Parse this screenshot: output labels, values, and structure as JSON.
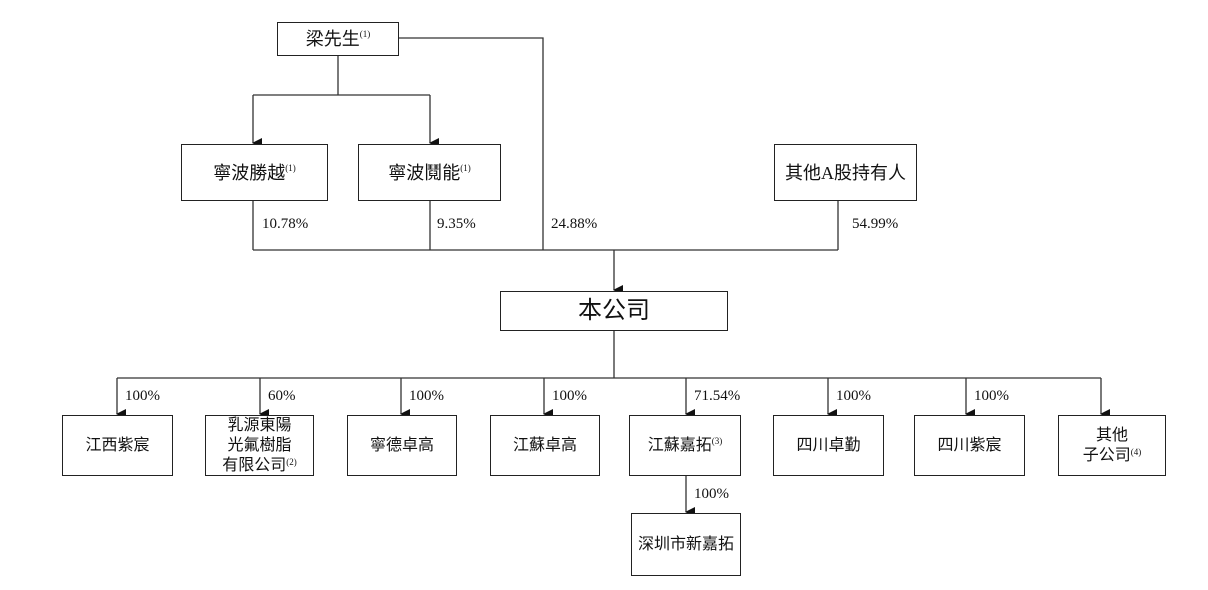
{
  "shareholders": {
    "mr_liang": {
      "name": "梁先生",
      "note": "(1)"
    },
    "ningbo_shengyue": {
      "name": "寧波勝越",
      "note": "(1)",
      "stake": "10.78%"
    },
    "ningbo_chuangneng": {
      "name": "寧波鬩能",
      "note": "(1)",
      "stake": "9.35%"
    },
    "mr_liang_direct_stake": "24.88%",
    "other_a_share": {
      "name": "其他A股持有人",
      "stake": "54.99%"
    }
  },
  "company": {
    "name": "本公司"
  },
  "subsidiaries": [
    {
      "name_lines": [
        "江西紫宸"
      ],
      "note": "",
      "stake": "100%"
    },
    {
      "name_lines": [
        "乳源東陽",
        "光氟樹脂",
        "有限公司"
      ],
      "note": "(2)",
      "stake": "60%"
    },
    {
      "name_lines": [
        "寧德卓高"
      ],
      "note": "",
      "stake": "100%"
    },
    {
      "name_lines": [
        "江蘇卓高"
      ],
      "note": "",
      "stake": "100%"
    },
    {
      "name_lines": [
        "江蘇嘉拓"
      ],
      "note": "(3)",
      "stake": "71.54%"
    },
    {
      "name_lines": [
        "四川卓勤"
      ],
      "note": "",
      "stake": "100%"
    },
    {
      "name_lines": [
        "四川紫宸"
      ],
      "note": "",
      "stake": "100%"
    },
    {
      "name_lines": [
        "其他",
        "子公司"
      ],
      "note": "(4)",
      "stake": ""
    }
  ],
  "sub_subsidiary": {
    "name": "深圳市新嘉拓",
    "stake": "100%"
  }
}
